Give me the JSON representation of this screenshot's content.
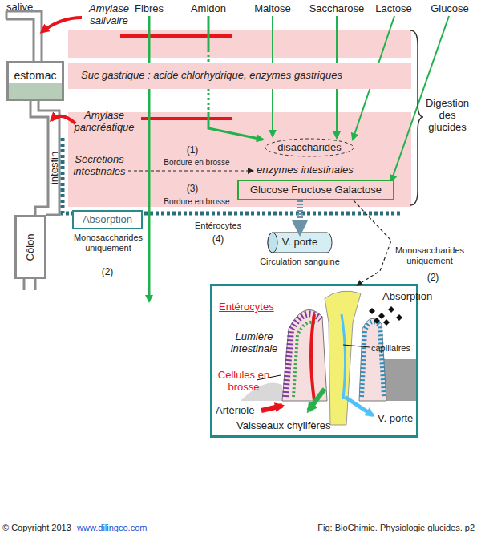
{
  "diagram": {
    "nodes": [
      {
        "text": [
          "estomac"
        ]
      },
      {
        "text": [
          "Côlon"
        ]
      },
      {
        "text": [
          "Suc gastrique : acide chlorhydrique, enzymes gastriques"
        ]
      },
      {
        "text": [
          "disaccharides"
        ]
      },
      {
        "text": [
          "Glucose Fructose Galactose"
        ]
      },
      {
        "text": [
          "Absorption"
        ]
      },
      {
        "text": [
          "V. porte"
        ]
      },
      {
        "text": [
          "Absorption",
          "Entérocytes",
          "Lumière intestinale",
          "capillaires",
          "Cellules en brosse",
          "Artériole",
          "Vaisseaux chylifères",
          "V. porte"
        ]
      }
    ],
    "edges": [
      {
        "from": 4,
        "to": 6,
        "arrow": "to"
      },
      {
        "from": 4,
        "to": 7,
        "arrow": "to"
      }
    ],
    "labels": [
      "salive",
      "Amylase salivaire",
      "Fibres",
      "Amidon",
      "Maltose",
      "Saccharose",
      "Lactose",
      "Glucose",
      "intestin",
      "Amylase pancréatique",
      "Sécrétions intestinales",
      "(1)",
      "Bordure en brosse",
      "enzymes intestinales",
      "(3)",
      "Bordure en brosse",
      "Digestion des glucides",
      "Monosaccharides uniquement",
      "(2)",
      "Entérocytes",
      "(4)",
      "Circulation sanguine",
      "Monosaccharides uniquement",
      "(2)",
      "© Copyright 2013",
      "www.dilingco.com",
      "Fig: BioChimie. Physiologie glucides. p2"
    ]
  }
}
